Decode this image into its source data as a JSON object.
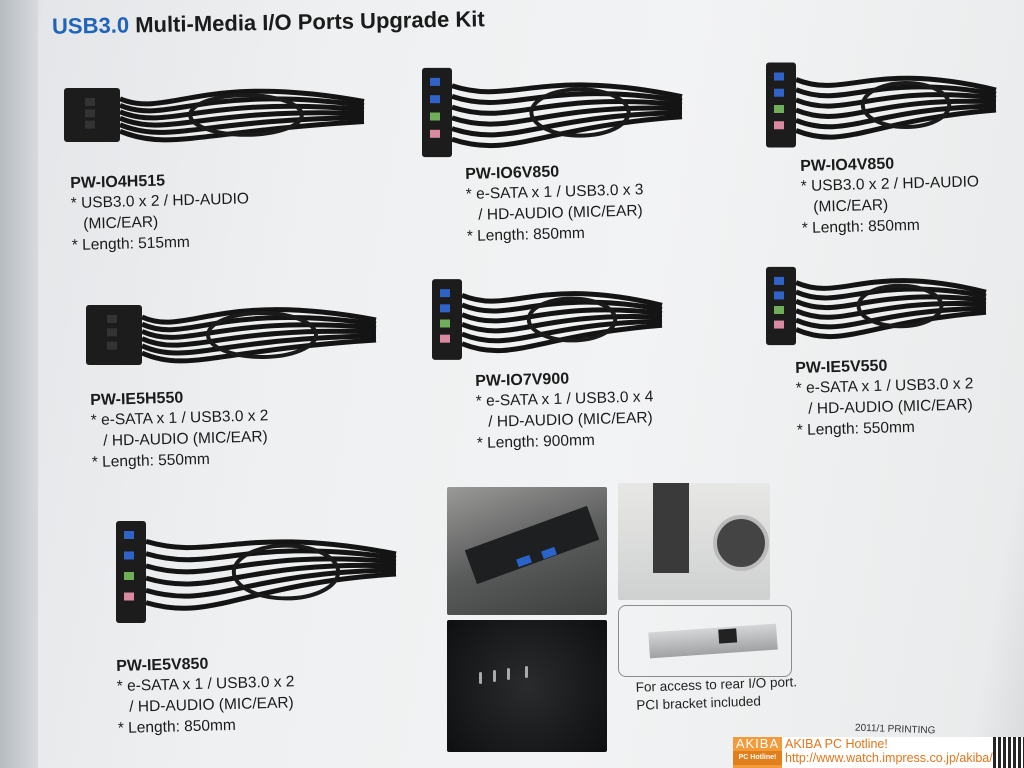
{
  "title": {
    "prefix": "USB3.0",
    "rest": "Multi-Media I/O Ports Upgrade Kit"
  },
  "products": [
    {
      "name": "PW-IO4H515",
      "lines": [
        "* USB3.0 x 2 / HD-AUDIO",
        "  (MIC/EAR)",
        "* Length: 515mm"
      ]
    },
    {
      "name": "PW-IO6V850",
      "lines": [
        "* e-SATA x 1 / USB3.0 x 3",
        "  / HD-AUDIO (MIC/EAR)",
        "* Length: 850mm"
      ]
    },
    {
      "name": "PW-IO4V850",
      "lines": [
        "* USB3.0 x 2 / HD-AUDIO",
        "  (MIC/EAR)",
        "* Length: 850mm"
      ]
    },
    {
      "name": "PW-IE5H550",
      "lines": [
        "* e-SATA x 1 /  USB3.0 x 2",
        "  / HD-AUDIO (MIC/EAR)",
        "* Length: 550mm"
      ]
    },
    {
      "name": "PW-IO7V900",
      "lines": [
        "* e-SATA x 1 / USB3.0 x 4",
        "  / HD-AUDIO (MIC/EAR)",
        "* Length: 900mm"
      ]
    },
    {
      "name": "PW-IE5V550",
      "lines": [
        "* e-SATA x 1 /  USB3.0 x 2",
        "  / HD-AUDIO (MIC/EAR)",
        "* Length: 550mm"
      ]
    },
    {
      "name": "PW-IE5V850",
      "lines": [
        "* e-SATA x 1 /  USB3.0 x 2",
        "  / HD-AUDIO (MIC/EAR)",
        "* Length: 850mm"
      ]
    }
  ],
  "caption": {
    "line1": "For access to rear I/O port.",
    "line2": "PCI bracket included"
  },
  "printing": "2011/1 PRINTING",
  "watermark": {
    "logo_top": "AKIBA",
    "logo_bottom": "PC Hotline!",
    "site": "AKIBA PC Hotline!",
    "url": "http://www.watch.impress.co.jp/akiba/"
  },
  "colors": {
    "accent": "#1f64b8",
    "watermark": "#f39a3a"
  }
}
